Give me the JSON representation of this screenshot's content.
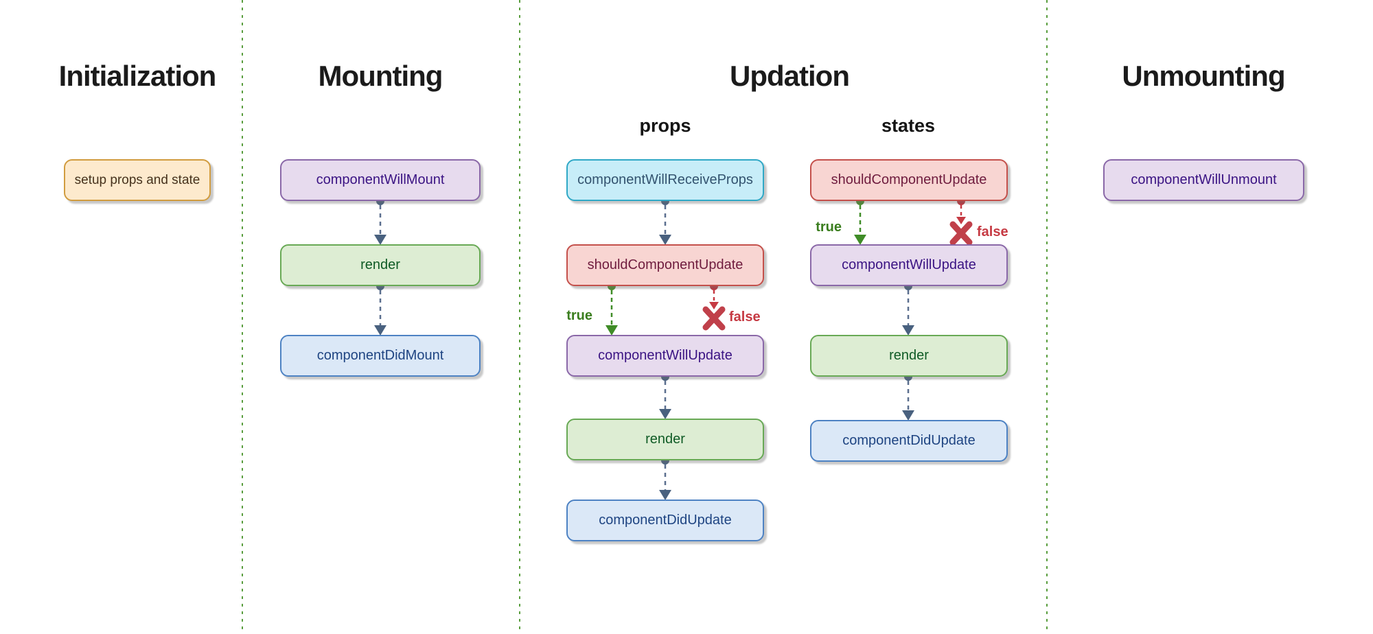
{
  "sections": [
    {
      "title": "Initialization",
      "boxes": [
        {
          "label": "setup props and state",
          "scheme": "orange"
        }
      ]
    },
    {
      "title": "Mounting",
      "boxes": [
        {
          "label": "componentWillMount",
          "scheme": "purple"
        },
        {
          "label": "render",
          "scheme": "green"
        },
        {
          "label": "componentDidMount",
          "scheme": "blue"
        }
      ]
    },
    {
      "title": "Updation",
      "columns": [
        {
          "label": "props",
          "boxes": [
            {
              "label": "componentWillReceiveProps",
              "scheme": "cyan"
            },
            {
              "label": "shouldComponentUpdate",
              "scheme": "red"
            },
            {
              "label": "componentWillUpdate",
              "scheme": "purple"
            },
            {
              "label": "render",
              "scheme": "green"
            },
            {
              "label": "componentDidUpdate",
              "scheme": "blue"
            }
          ]
        },
        {
          "label": "states",
          "boxes": [
            {
              "label": "shouldComponentUpdate",
              "scheme": "red"
            },
            {
              "label": "componentWillUpdate",
              "scheme": "purple"
            },
            {
              "label": "render",
              "scheme": "green"
            },
            {
              "label": "componentDidUpdate",
              "scheme": "blue"
            }
          ]
        }
      ]
    },
    {
      "title": "Unmounting",
      "boxes": [
        {
          "label": "componentWillUnmount",
          "scheme": "purple"
        }
      ]
    }
  ],
  "branch": {
    "true_label": "true",
    "false_label": "false"
  },
  "colors": {
    "background": "#ffffff",
    "divider_green": "#5a9e3f",
    "arrow_gray": "#5a6e8e",
    "branch_true_green": "#3f8c27",
    "branch_false_red": "#c63a43",
    "node_orange": {
      "fill": "#fdeacd",
      "border": "#d19c3f",
      "text": "#46321c"
    },
    "node_purple": {
      "fill": "#e7dbee",
      "border": "#8a68a8",
      "text": "#3a1383"
    },
    "node_green": {
      "fill": "#ddedd3",
      "border": "#68a955",
      "text": "#0f5b25"
    },
    "node_blue": {
      "fill": "#dbe8f7",
      "border": "#4d82c3",
      "text": "#1e4482"
    },
    "node_cyan": {
      "fill": "#c7edf8",
      "border": "#2fa8c6",
      "text": "#33536f"
    },
    "node_red": {
      "fill": "#f8d5d2",
      "border": "#c4504b",
      "text": "#6f1c3e"
    }
  }
}
